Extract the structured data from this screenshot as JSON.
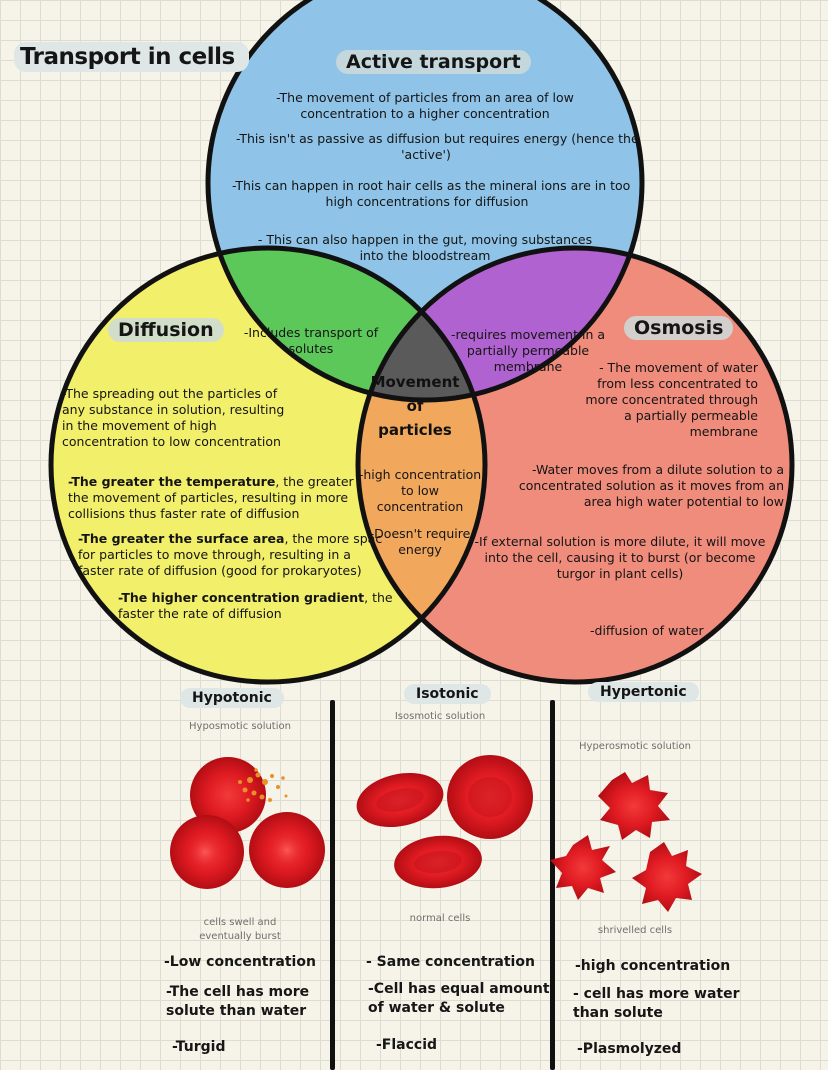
{
  "title": "Transport in cells",
  "circles": {
    "active": {
      "heading": "Active transport",
      "color": "#8fc4e8",
      "lines": [
        "-The movement of particles from an area of low\nconcentration to a higher concentration",
        "-This isn't as passive as diffusion but requires energy (hence the\n'active')",
        "-This can happen in root hair cells as the mineral ions are in too\nhigh concentrations for diffusion",
        "- This can also happen in the gut, moving substances\ninto the bloodstream"
      ]
    },
    "diffusion": {
      "heading": "Diffusion",
      "color": "#f2ef6a",
      "lines": [
        "-The spreading out the particles of\nany substance in solution, resulting\nin the movement of high\nconcentration to low concentration",
        "-The greater the temperature",
        ", the greater\nthe movement of particles, resulting in more\ncollisions thus faster rate of diffusion",
        "-The greater the surface area",
        ", the more spac\nfor particles to move through, resulting in a\nfaster rate of diffusion (good for prokaryotes)",
        "-The higher concentration gradient",
        ", the\nfaster the rate of diffusion"
      ]
    },
    "osmosis": {
      "heading": "Osmosis",
      "color": "#f08c7c",
      "lines": [
        "- The movement of water\nfrom less concentrated to\nmore concentrated through\na partially permeable\nmembrane",
        "-Water moves from a dilute solution to a\nconcentrated solution as it moves from an\narea high water potential to low",
        "-If external solution is more dilute, it will move\ninto the cell, causing it to burst (or become\nturgor in plant cells)",
        "-diffusion of water"
      ]
    }
  },
  "overlaps": {
    "active_diffusion": "-Includes transport of\nsolutes",
    "active_osmosis": "-requires movement in a\npartially permeable\nmembrane",
    "diffusion_osmosis": [
      "-high concentration\nto low\nconcentration",
      "-Doesn't require\nenergy"
    ],
    "center": "Movement\nof\nparticles"
  },
  "solutions": [
    {
      "heading": "Hypotonic",
      "subtitle": "Hyposmotic solution",
      "caption": "cells swell and\neventually burst",
      "notes": [
        "-Low concentration",
        "-The cell has more\nsolute than water",
        "-Turgid"
      ]
    },
    {
      "heading": "Isotonic",
      "subtitle": "Isosmotic solution",
      "caption": "normal cells",
      "notes": [
        "- Same concentration",
        "-Cell has equal amount\nof water & solute",
        "-Flaccid"
      ]
    },
    {
      "heading": "Hypertonic",
      "subtitle": "Hyperosmotic solution",
      "caption": "shrivelled cells",
      "notes": [
        "-high concentration",
        "- cell has more water\nthan solute",
        "-Plasmolyzed"
      ]
    }
  ],
  "colors": {
    "active_diffusion": "#5cc85a",
    "active_osmosis": "#b063d0",
    "diffusion_osmosis": "#f2a85c",
    "center": "#5a5a5a",
    "cell_red": "#e8222a"
  }
}
